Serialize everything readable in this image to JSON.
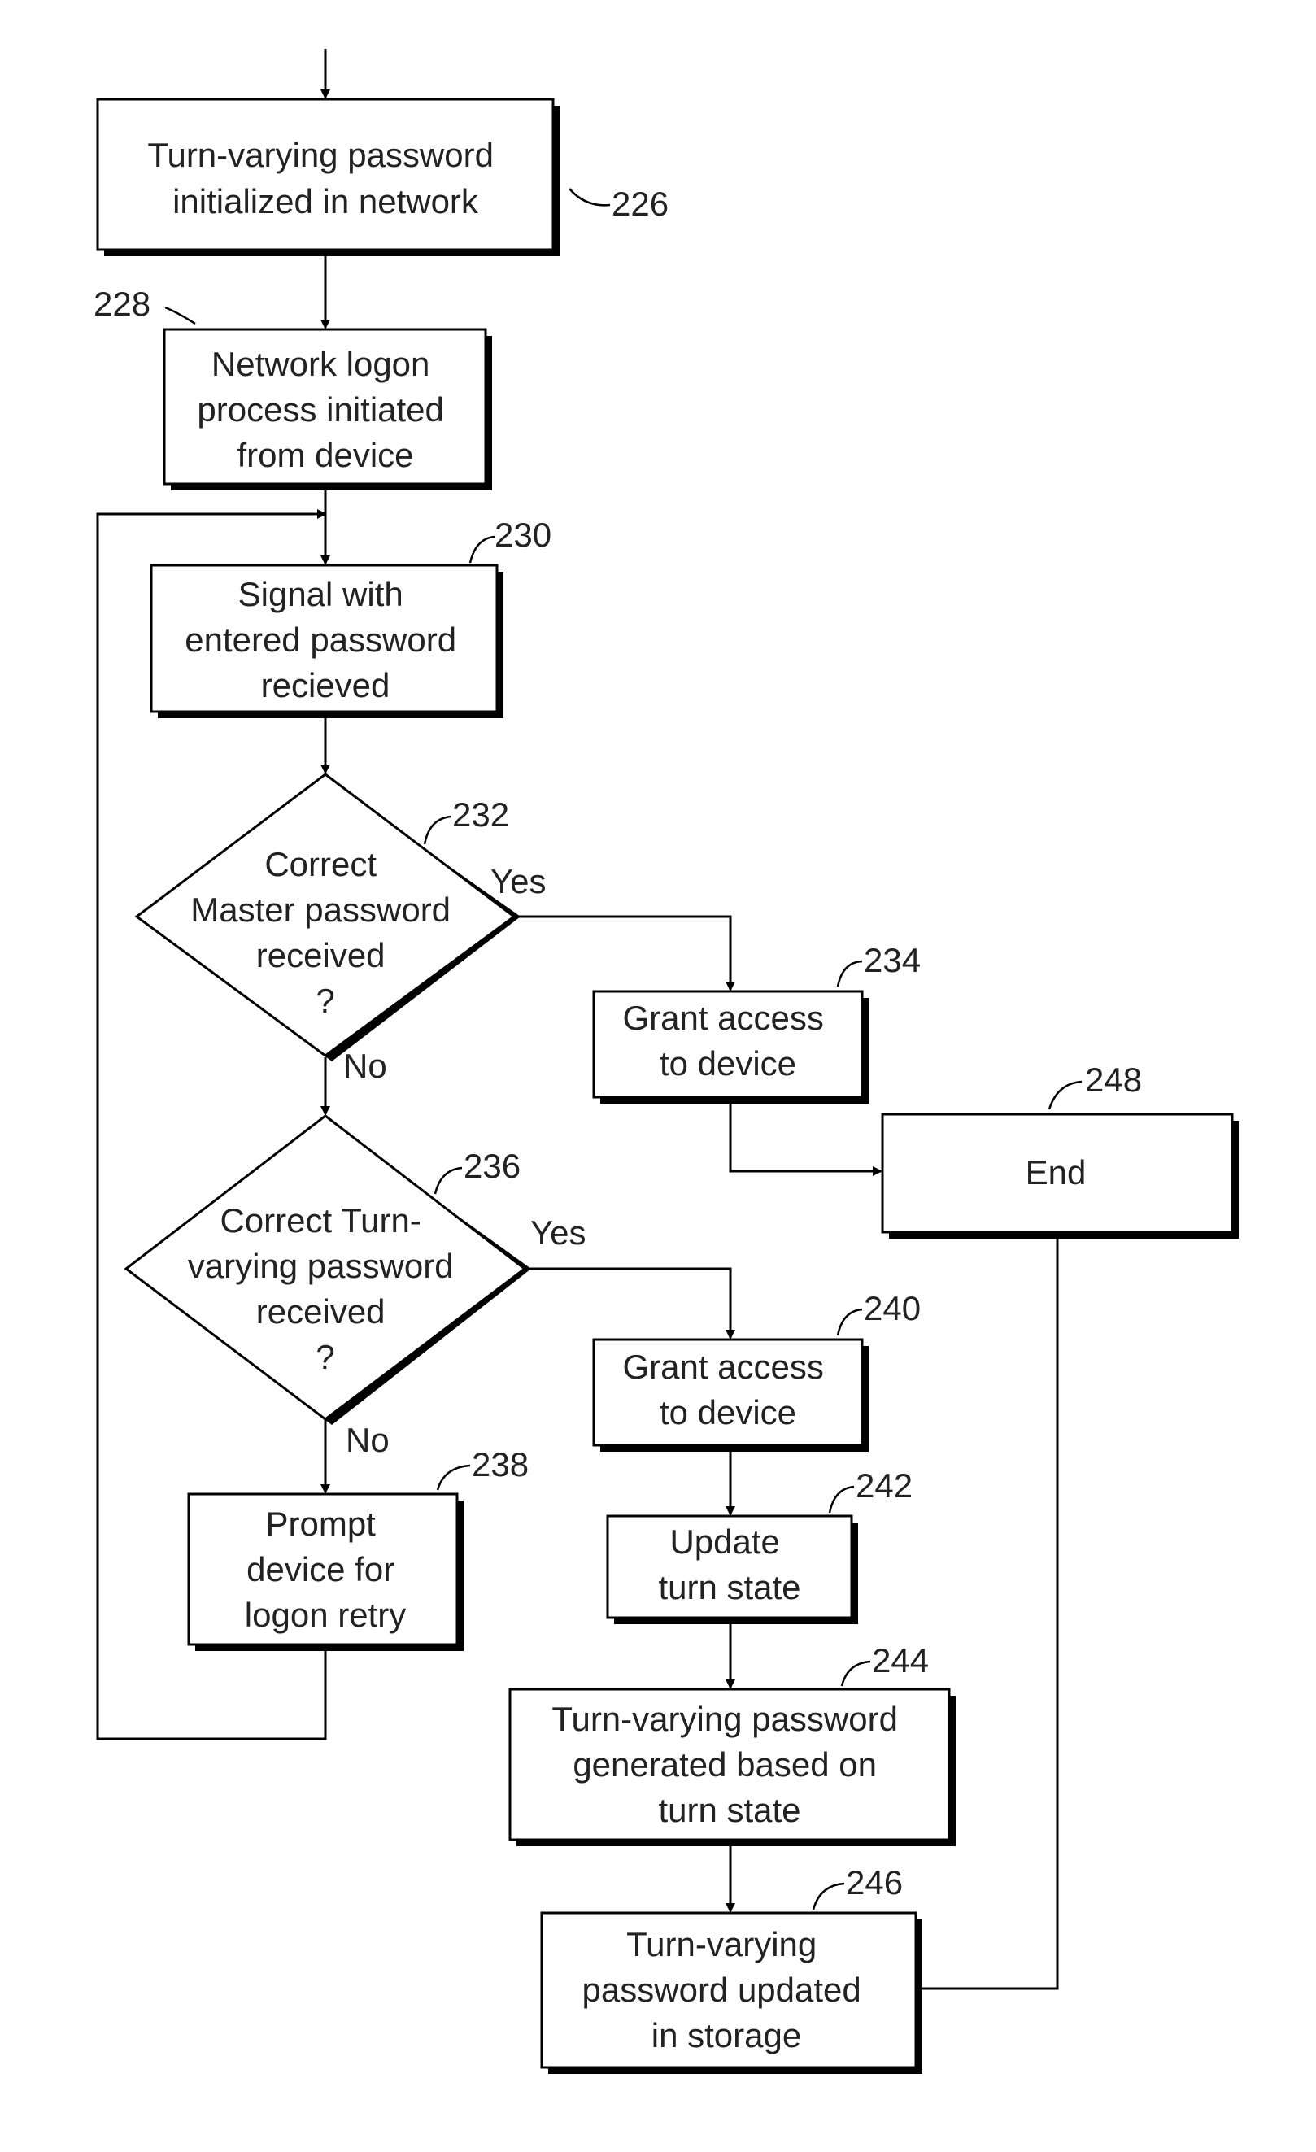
{
  "nodes": {
    "n226": {
      "ref": "226",
      "lines": [
        "Turn-varying password",
        "initialized in network"
      ]
    },
    "n228": {
      "ref": "228",
      "lines": [
        "Network logon",
        "process initiated",
        "from device"
      ]
    },
    "n230": {
      "ref": "230",
      "lines": [
        "Signal with",
        "entered password",
        "recieved"
      ]
    },
    "n232": {
      "ref": "232",
      "lines": [
        "Correct",
        "Master password",
        "received",
        "?"
      ]
    },
    "n234": {
      "ref": "234",
      "lines": [
        "Grant access",
        "to device"
      ]
    },
    "n236": {
      "ref": "236",
      "lines": [
        "Correct Turn-",
        "varying password",
        "received",
        "?"
      ]
    },
    "n238": {
      "ref": "238",
      "lines": [
        "Prompt",
        "device for",
        "logon retry"
      ]
    },
    "n240": {
      "ref": "240",
      "lines": [
        "Grant access",
        "to device"
      ]
    },
    "n242": {
      "ref": "242",
      "lines": [
        "Update",
        "turn state"
      ]
    },
    "n244": {
      "ref": "244",
      "lines": [
        "Turn-varying password",
        "generated based on",
        "turn state"
      ]
    },
    "n246": {
      "ref": "246",
      "lines": [
        "Turn-varying",
        "password updated",
        "in storage"
      ]
    },
    "n248": {
      "ref": "248",
      "lines": [
        "End"
      ]
    }
  },
  "edge_labels": {
    "yes_232": "Yes",
    "no_232": "No",
    "yes_236": "Yes",
    "no_236": "No"
  },
  "colors": {
    "ink": "#000000",
    "text": "#222222",
    "background": "#ffffff"
  }
}
